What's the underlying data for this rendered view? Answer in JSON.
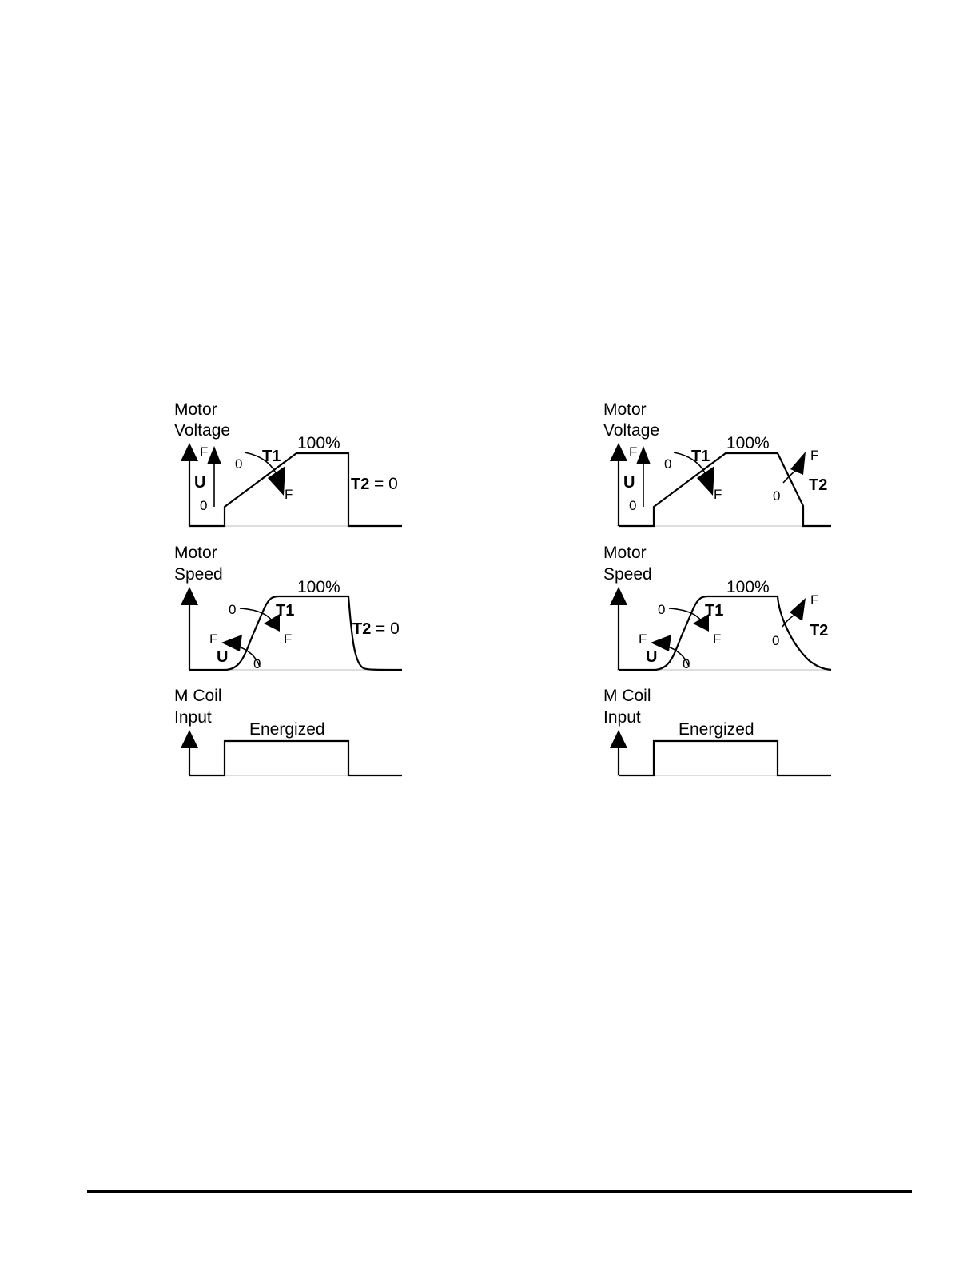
{
  "left_diagram": {
    "voltage": {
      "label_line1": "Motor",
      "label_line2": "Voltage",
      "pct": "100%",
      "t1": "T1",
      "t2": "T2",
      "t2_suffix": "= 0",
      "u": "U",
      "f": "F",
      "zero": "0"
    },
    "speed": {
      "label_line1": "Motor",
      "label_line2": "Speed",
      "pct": "100%",
      "t1": "T1",
      "t2": "T2",
      "t2_suffix": "= 0",
      "u": "U",
      "f": "F",
      "zero": "0"
    },
    "coil": {
      "label_line1": "M Coil",
      "label_line2": "Input",
      "state": "Energized"
    }
  },
  "right_diagram": {
    "voltage": {
      "label_line1": "Motor",
      "label_line2": "Voltage",
      "pct": "100%",
      "t1": "T1",
      "t2": "T2",
      "u": "U",
      "f": "F",
      "zero": "0"
    },
    "speed": {
      "label_line1": "Motor",
      "label_line2": "Speed",
      "pct": "100%",
      "t1": "T1",
      "t2": "T2",
      "u": "U",
      "f": "F",
      "zero": "0"
    },
    "coil": {
      "label_line1": "M Coil",
      "label_line2": "Input",
      "state": "Energized"
    }
  }
}
